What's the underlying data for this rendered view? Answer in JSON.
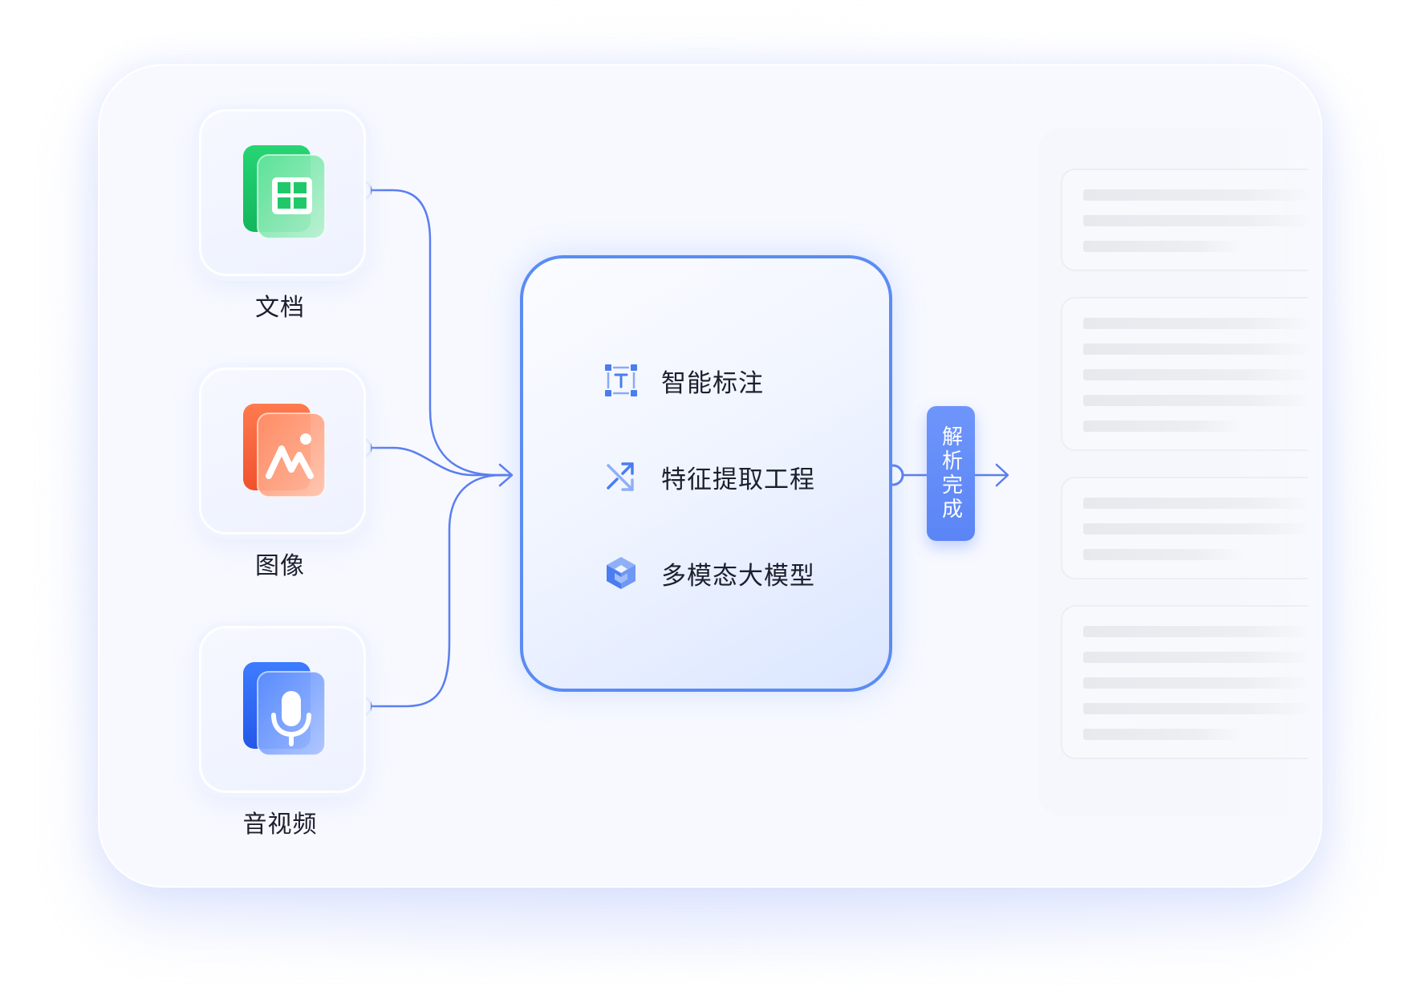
{
  "sources": [
    {
      "label": "文档",
      "icon": "spreadsheet-icon",
      "color": "#1fc46b"
    },
    {
      "label": "图像",
      "icon": "image-icon",
      "color": "#f7643d"
    },
    {
      "label": "音视频",
      "icon": "microphone-icon",
      "color": "#2f6bf4"
    }
  ],
  "processor": {
    "features": [
      {
        "label": "智能标注",
        "icon": "text-box-icon"
      },
      {
        "label": "特征提取工程",
        "icon": "shuffle-icon"
      },
      {
        "label": "多模态大模型",
        "icon": "cube-icon"
      }
    ]
  },
  "output": {
    "status_label": "解析完成",
    "accent": "#5b85f5"
  },
  "colors": {
    "wire": "#5b7ef0",
    "card_background": "#f7f9ff"
  }
}
